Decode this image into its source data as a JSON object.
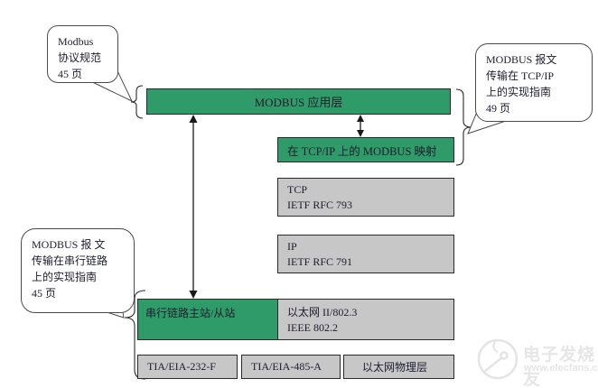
{
  "boxes": {
    "app_layer": "MODBUS 应用层",
    "tcpip_mapping": "在 TCP/IP 上的 MODBUS 映射",
    "tcp": [
      "TCP",
      "IETF RFC 793"
    ],
    "ip": [
      "IP",
      "IETF RFC 791"
    ],
    "serial_link": "串行链路主站/从站",
    "ethernet": [
      "以太网 II/802.3",
      "IEEE 802.2"
    ],
    "tia_232": "TIA/EIA-232-F",
    "tia_485": "TIA/EIA-485-A",
    "ethernet_phy": "以太网物理层"
  },
  "callouts": {
    "modbus_spec": [
      "Modbus",
      "协议规范",
      "45 页"
    ],
    "tcpip_guide": [
      "MODBUS 报文",
      "传输在 TCP/IP",
      "上的实现指南",
      "49 页"
    ],
    "serial_guide": [
      "MODBUS 报 文",
      "传输在串行链路",
      "上的实现指南",
      "45 页"
    ]
  },
  "colors": {
    "green": "#2f9b68",
    "gray": "#c7c7c7"
  },
  "watermark": {
    "name": "电子发烧友",
    "url": "www.elecfans.com"
  }
}
